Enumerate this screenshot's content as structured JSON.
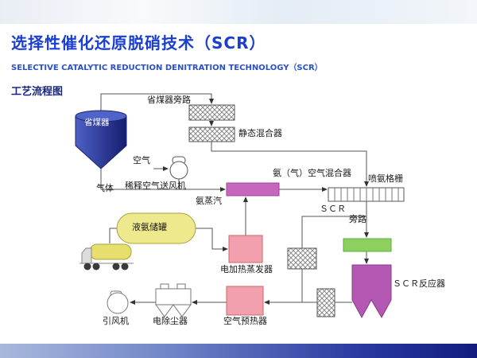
{
  "page": {
    "title": "选择性催化还原脱硝技术（SCR）",
    "subtitle": "SELECTIVE CATALYTIC REDUCTION DENITRATION TECHNOLOGY（SCR）",
    "section_label": "工艺流程图"
  },
  "diagram": {
    "labels": {
      "economizer": "省煤器",
      "economizer_bypass": "省煤器旁路",
      "static_mixer": "静态混合器",
      "air": "空气",
      "dilution_fan": "稀释空气送风机",
      "gas": "气体",
      "ammonia_vapor": "氨蒸汽",
      "ammonia_air_mixer": "氨（气）空气混合器",
      "ammonia_injection_grid": "喷氨格栅",
      "scr_bypass_line1": "ＳＣＲ",
      "scr_bypass_line2": "旁路",
      "liquid_ammonia_tank": "液氨储罐",
      "electric_heating_evaporator": "电加热蒸发器",
      "scr_reactor": "ＳＣＲ反应器",
      "air_preheater": "空气预热器",
      "electrostatic_precipitator": "电除尘器",
      "induced_draft_fan": "引风机"
    },
    "colors": {
      "title_blue": "#1a3fd0",
      "economizer_fill": "#3a4cb4",
      "tank_fill": "#efe98e",
      "truck_tank_fill": "#e6df6e",
      "mixer_fill": "#c766bd",
      "catalyst_fill": "#8dd05f",
      "reactor_fill": "#b358b3",
      "heater_fill": "#f2a0ae"
    }
  }
}
